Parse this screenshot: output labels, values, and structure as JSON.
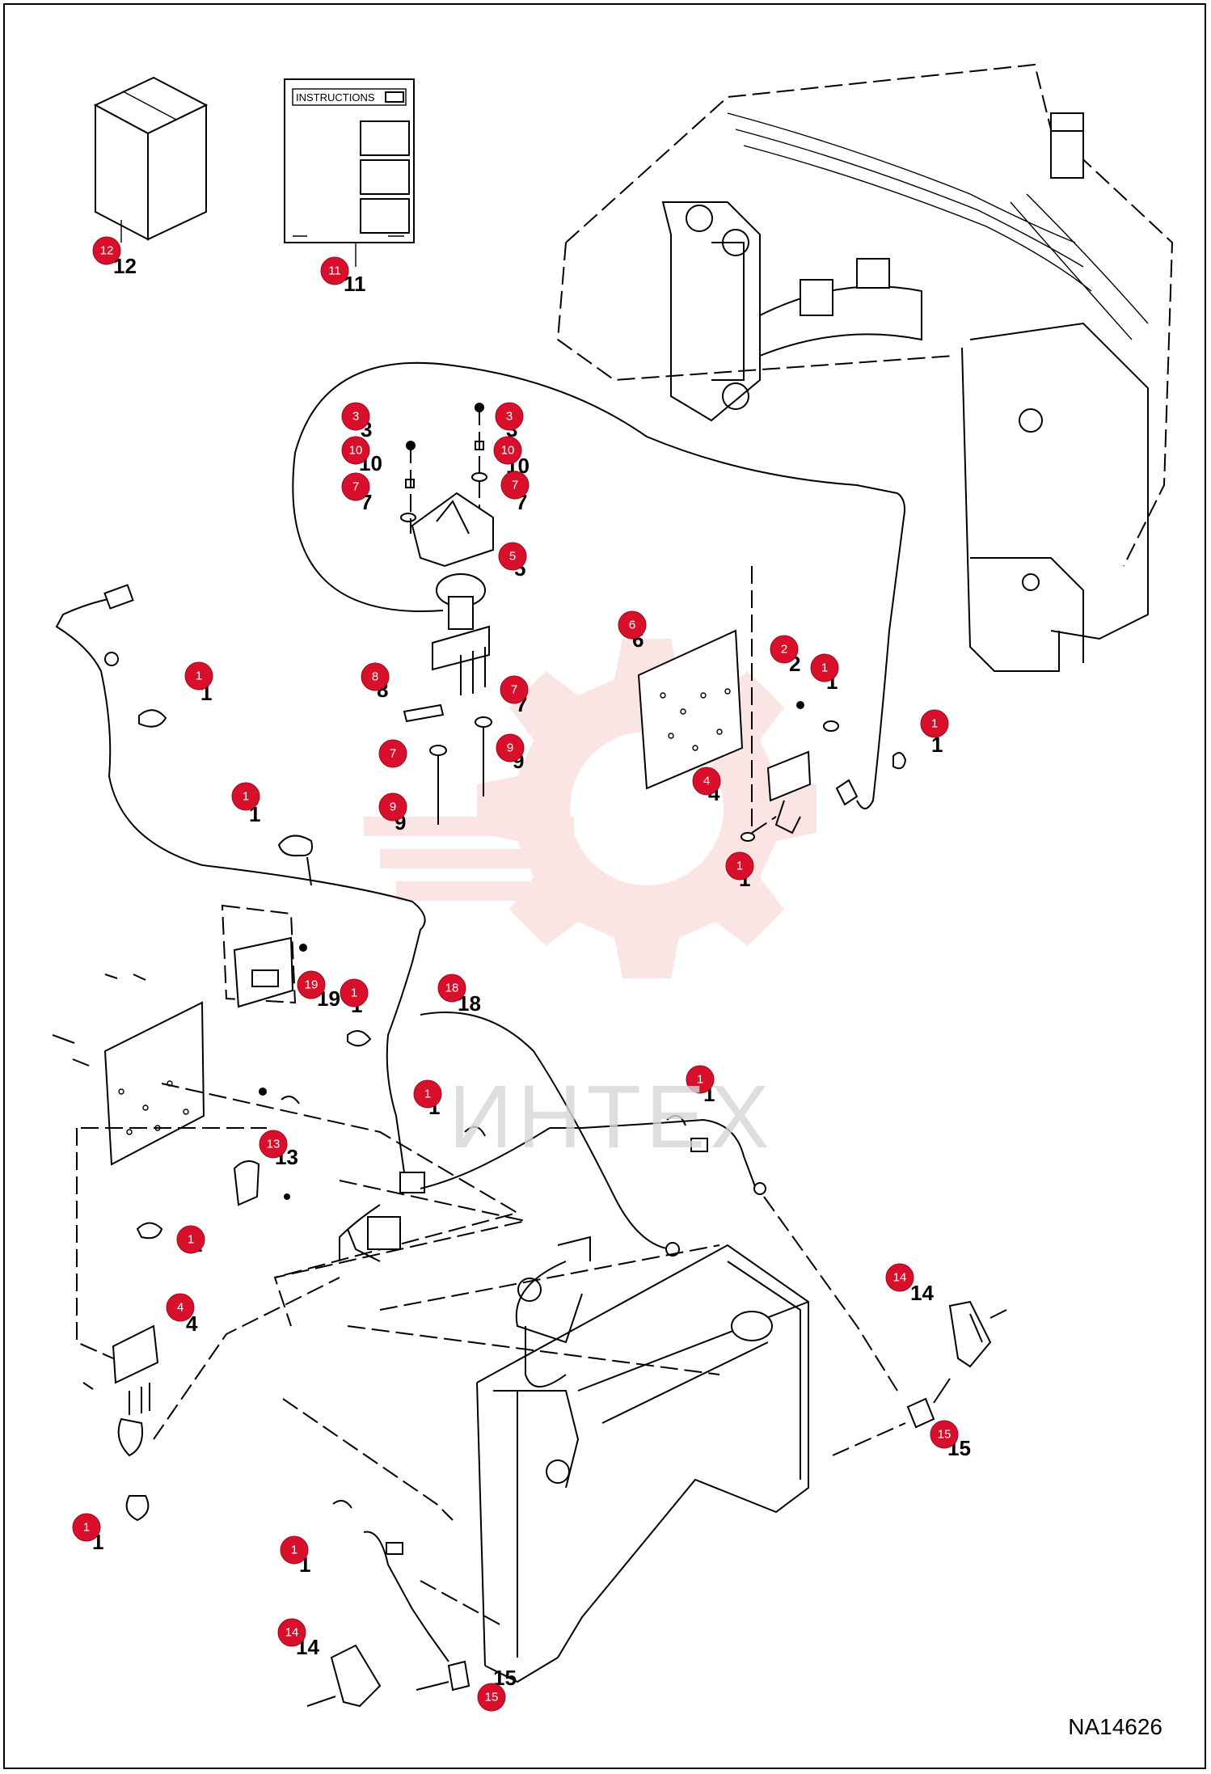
{
  "diagram": {
    "code": "NA14626",
    "watermark": "ИНТЕХ",
    "instructions_label": "INSTRUCTIONS"
  },
  "callouts": [
    {
      "n": "12"
    },
    {
      "n": "11"
    },
    {
      "n": "3"
    },
    {
      "n": "3"
    },
    {
      "n": "10"
    },
    {
      "n": "10"
    },
    {
      "n": "7"
    },
    {
      "n": "7"
    },
    {
      "n": "5"
    },
    {
      "n": "6"
    },
    {
      "n": "2"
    },
    {
      "n": "1"
    },
    {
      "n": "1"
    },
    {
      "n": "8"
    },
    {
      "n": "7"
    },
    {
      "n": "7"
    },
    {
      "n": "9"
    },
    {
      "n": "9"
    },
    {
      "n": "4"
    },
    {
      "n": "1"
    },
    {
      "n": "1"
    },
    {
      "n": "1"
    },
    {
      "n": "19"
    },
    {
      "n": "1"
    },
    {
      "n": "18"
    },
    {
      "n": "1"
    },
    {
      "n": "1"
    },
    {
      "n": "13"
    },
    {
      "n": "1"
    },
    {
      "n": "4"
    },
    {
      "n": "14"
    },
    {
      "n": "15"
    },
    {
      "n": "1"
    },
    {
      "n": "1"
    },
    {
      "n": "14"
    },
    {
      "n": "15"
    }
  ],
  "colors": {
    "callout": "#d8102b",
    "watermark": "#f2c7c7"
  }
}
